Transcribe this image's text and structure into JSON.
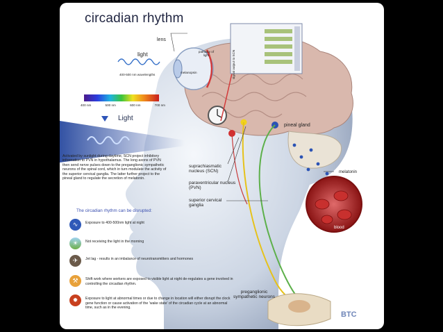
{
  "title": "circadian rhythm",
  "labels": {
    "lens": "lens",
    "light_top": "light",
    "pathway_of_light": "pathway of light",
    "melanopsin": "melanopsin",
    "wavelengths": "400-500 nm wavelengths",
    "light_big": "Light",
    "signal_output": "signal output to SCN",
    "pineal_gland": "pineal gland",
    "melatonin": "melatonin",
    "blood": "blood",
    "scn": "suprachiasmatic nucleus (SCN)",
    "pvn": "paraventricular nucleus (PVN)",
    "scg": "superior cervical ganglia",
    "preganglionic": "preganglionic sympathetic neurons",
    "brand": "BTC"
  },
  "spectrum_ticks": [
    "400 nm",
    "500 nm",
    "600 nm",
    "700 nm"
  ],
  "description": "Activated by sunlight during daytime, SCN project inhibitory information to PVN in hypothalamus. The long axons of PVN then send nerve pulses down to the preganglionic sympathetic neurons of the spinal cord, which in turn modulate the activity of the superior cervical ganglia. The latter further project to the pineal gland to regulate the secretion of melatonin.",
  "disruption_heading": "The circadian rhythm can be disrupted:",
  "disruptions": [
    {
      "icon": "wave-icon",
      "text": "Exposure to 400-500nm light at night"
    },
    {
      "icon": "sunrise-icon",
      "text": "Not receiving the light in the morning"
    },
    {
      "icon": "traveler-icon",
      "text": "Jet lag - results in an imbalance of neurotransmitters and hormones"
    },
    {
      "icon": "worker-icon",
      "text": "Shift work where workers are exposed to visible light at night de-regulates a gene involved in controlling the circadian rhythm."
    },
    {
      "icon": "clock-gene-icon",
      "text": "Exposure to light at abnormal times or due to change in location will either disrupt the clock gene function or cause activation of the 'wake state' of the circadian cycle at an abnormal time, such as in the evening."
    }
  ],
  "colors": {
    "accent_blue": "#3a4fb0",
    "nerve_yellow": "#e6c21a",
    "nerve_green": "#5db04a",
    "blood_red": "#b52a2a"
  }
}
